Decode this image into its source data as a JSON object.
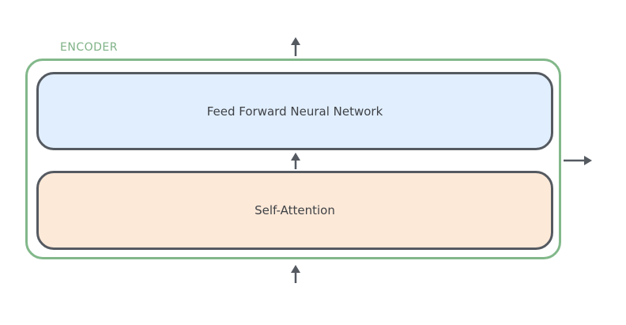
{
  "encoder": {
    "label": "ENCODER",
    "border_color": "#82b88a"
  },
  "layers": {
    "feed_forward": {
      "label": "Feed Forward Neural Network",
      "fill_color": "#e1eefd"
    },
    "self_attention": {
      "label": "Self-Attention",
      "fill_color": "#fde9d8"
    }
  },
  "arrows": {
    "color": "#555a61",
    "icons": [
      "arrow-up-icon",
      "arrow-up-icon",
      "arrow-up-icon",
      "arrow-right-icon"
    ]
  }
}
